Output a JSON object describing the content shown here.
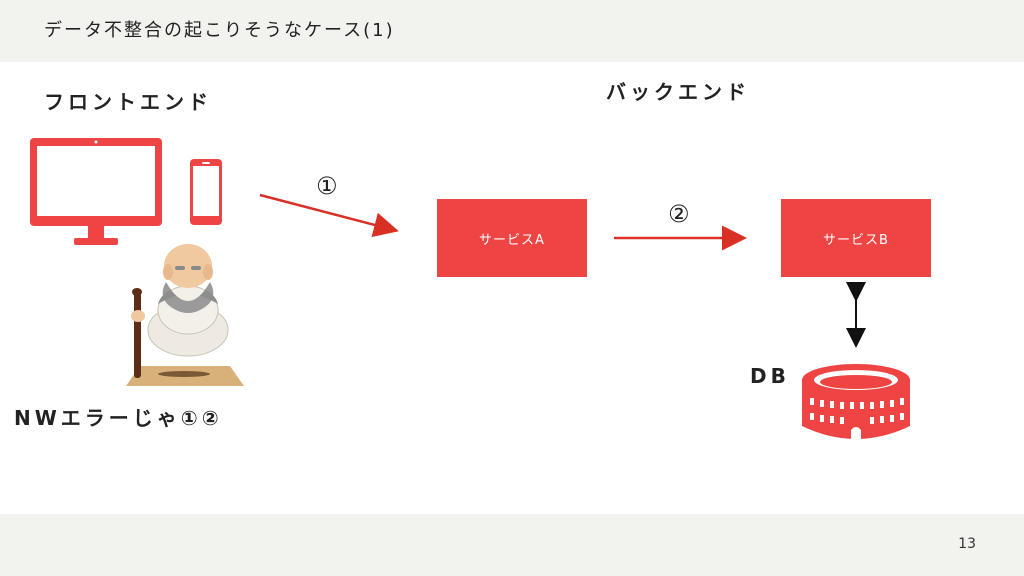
{
  "slide": {
    "title": "データ不整合の起こりそうなケース(1)",
    "page_number": "13"
  },
  "sections": {
    "frontend_label": "フロントエンド",
    "backend_label": "バックエンド"
  },
  "steps": {
    "step1": "①",
    "step2": "②"
  },
  "services": {
    "service_a": "サービスA",
    "service_b": "サービスB"
  },
  "db_label": "DB",
  "caption": "NWエラーじゃ①②",
  "colors": {
    "accent": "#ef4444",
    "arrow": "#d93025",
    "bar_bg": "#f2f2ef"
  }
}
